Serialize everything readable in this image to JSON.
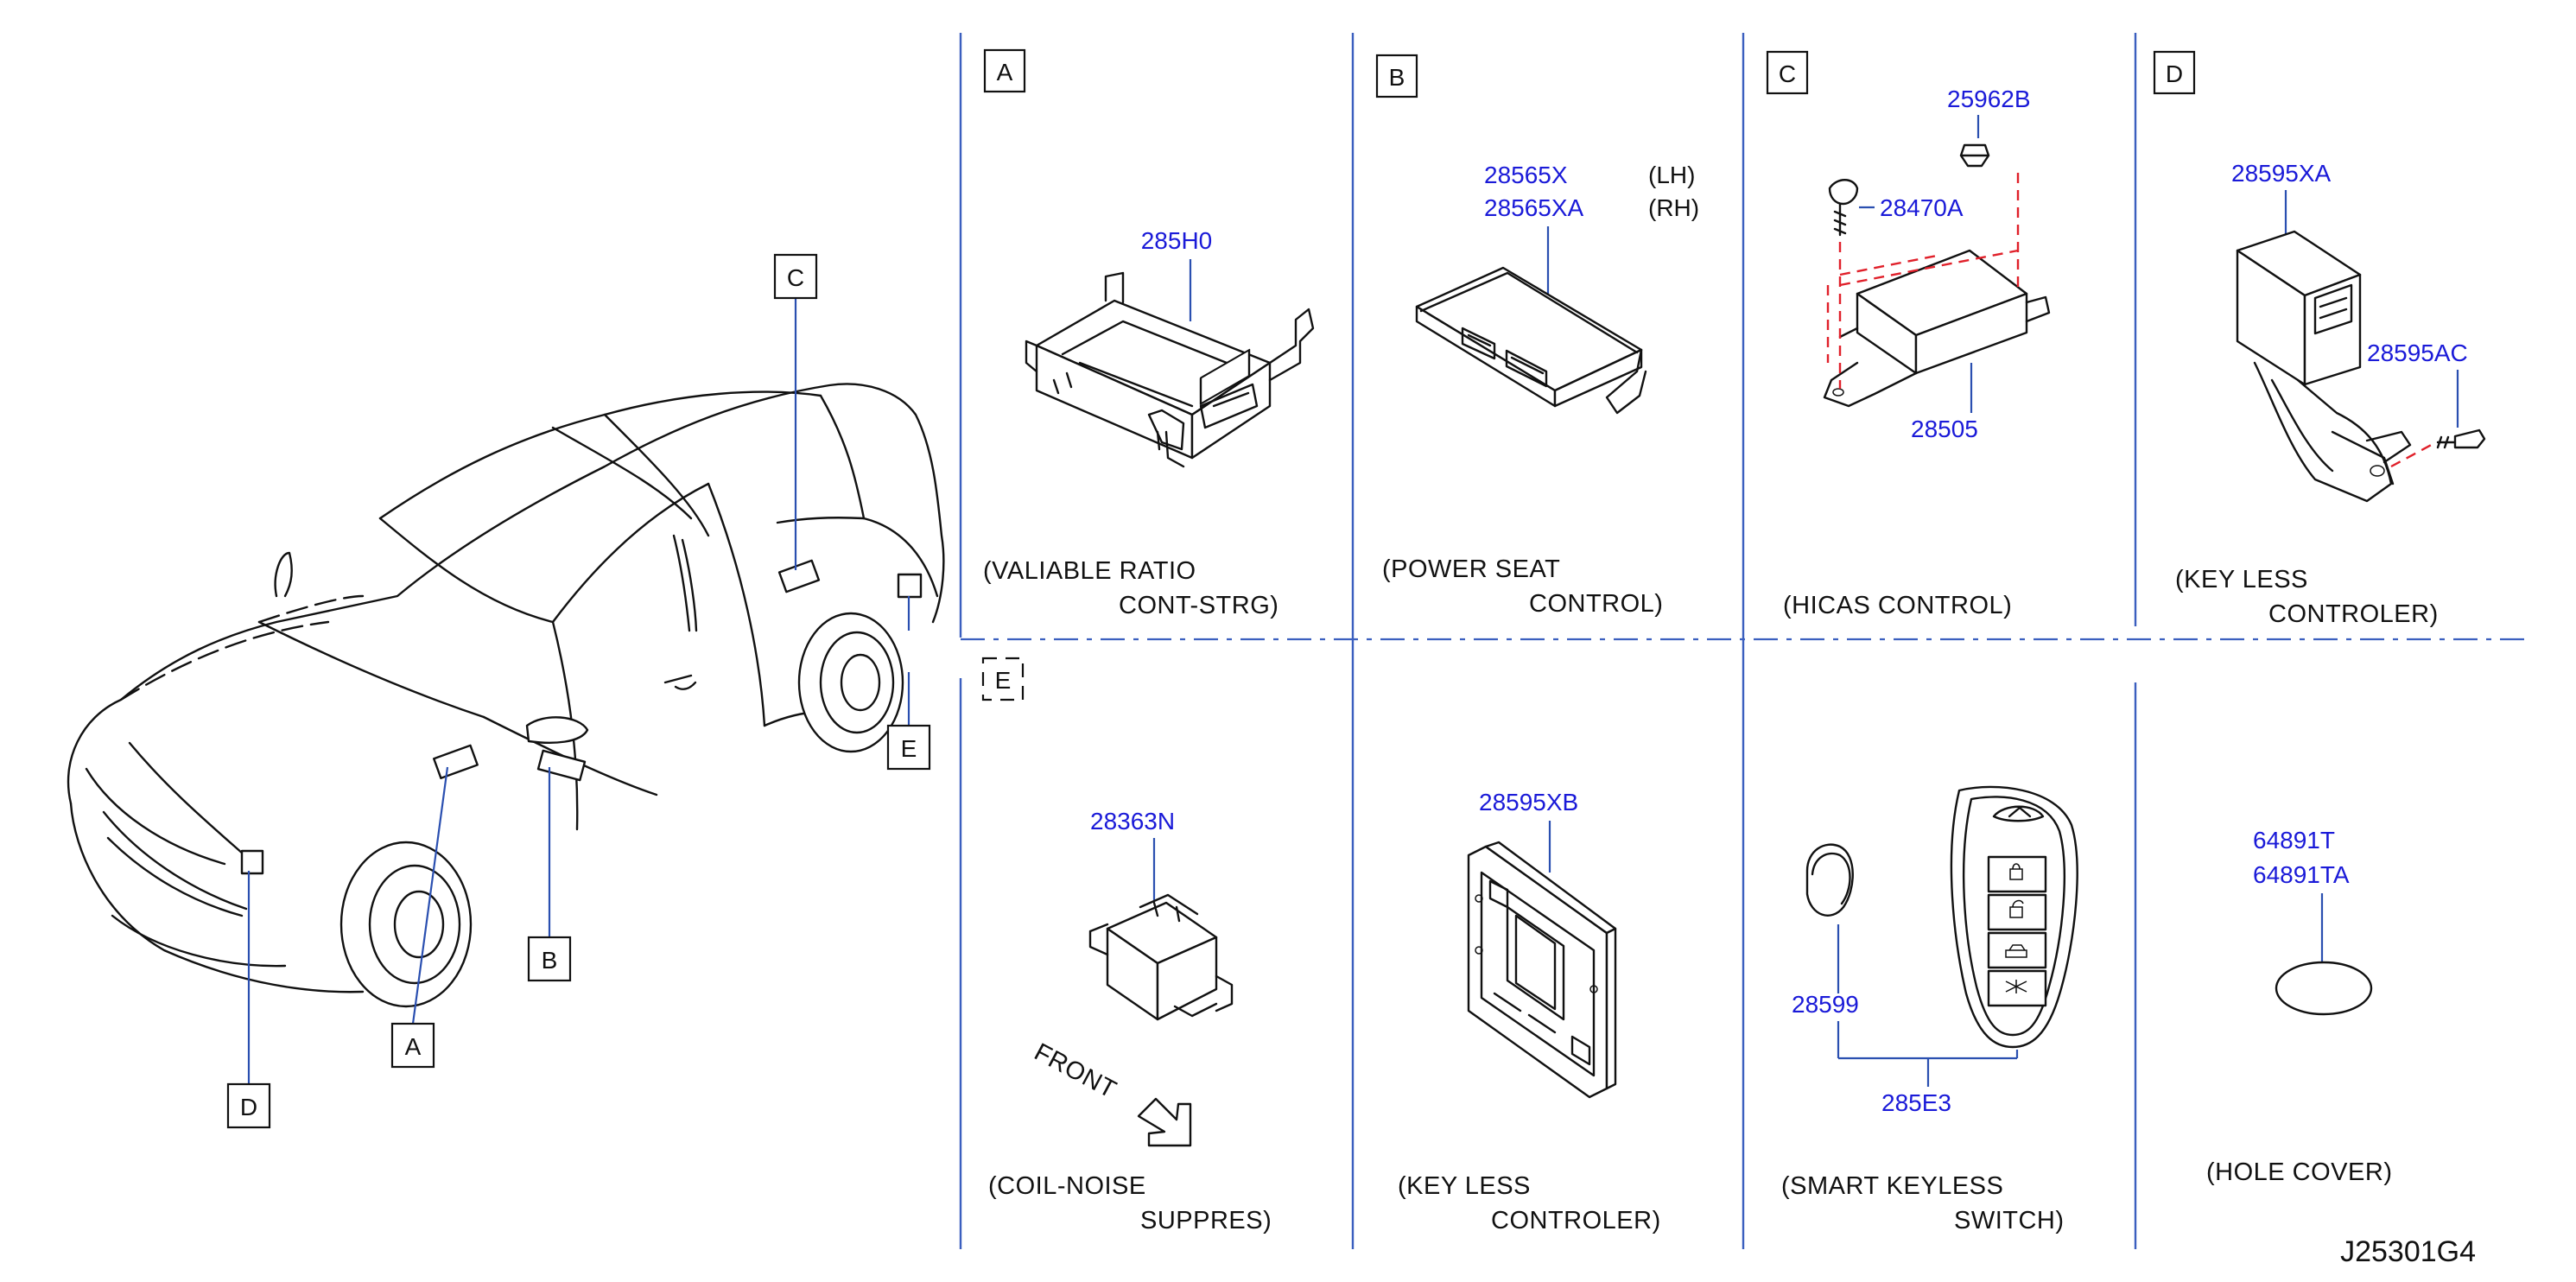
{
  "figure_id": "J25301G4",
  "overview": {
    "callouts": [
      "C",
      "E",
      "B",
      "A",
      "D"
    ]
  },
  "panels": {
    "A": {
      "letter": "A",
      "part": "285H0",
      "caption": [
        "(VALIABLE  RATIO",
        "CONT-STRG)"
      ]
    },
    "B": {
      "letter": "B",
      "parts": [
        "28565X",
        "28565XA"
      ],
      "sides": [
        "(LH)",
        "(RH)"
      ],
      "caption": [
        "(POWER  SEAT",
        "CONTROL)"
      ]
    },
    "C": {
      "letter": "C",
      "parts": [
        "25962B",
        "28470A",
        "28505"
      ],
      "caption": [
        "(HICAS  CONTROL)"
      ]
    },
    "D": {
      "letter": "D",
      "parts": [
        "28595XA",
        "28595AC"
      ],
      "caption": [
        "(KEY  LESS",
        "CONTROLER)"
      ]
    },
    "E": {
      "letter": "E",
      "part": "28363N",
      "front_label": "FRONT",
      "caption": [
        "(COIL-NOISE",
        "SUPPRES)"
      ]
    },
    "F": {
      "part": "28595XB",
      "caption": [
        "(KEY  LESS",
        "CONTROLER)"
      ]
    },
    "G": {
      "parts": [
        "28599",
        "285E3"
      ],
      "caption": [
        "(SMART  KEYLESS",
        "SWITCH)"
      ]
    },
    "H": {
      "parts": [
        "64891T",
        "64891TA"
      ],
      "caption": [
        "(HOLE  COVER)"
      ]
    }
  },
  "colors": {
    "part_number": "#1a1ad8",
    "divider": "#3b5fbf",
    "dashed_assembly": "#e0202a"
  }
}
